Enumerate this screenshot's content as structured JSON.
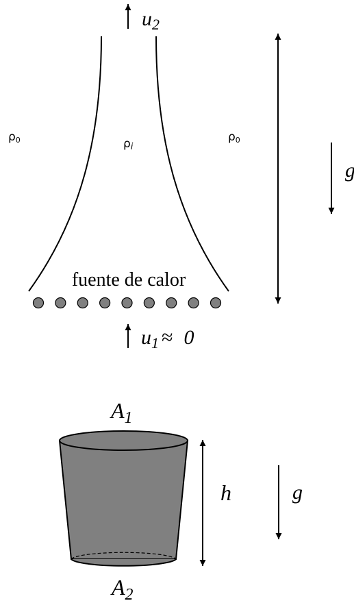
{
  "plume": {
    "outlet_velocity": {
      "symbol": "u",
      "subscript": "2"
    },
    "inlet_velocity": {
      "symbol": "u",
      "subscript": "1",
      "relation": "≈",
      "value": "0"
    },
    "ambient_density_left": {
      "symbol": "ρ",
      "subscript": "0"
    },
    "ambient_density_right": {
      "symbol": "ρ",
      "subscript": "0"
    },
    "interior_density": {
      "symbol": "ρ",
      "subscript": "i"
    },
    "heat_source_label": "fuente de calor",
    "heat_source_count": 9,
    "gravity_label": "g"
  },
  "container": {
    "top_area": {
      "symbol": "A",
      "subscript": "1"
    },
    "bottom_area": {
      "symbol": "A",
      "subscript": "2"
    },
    "height_label": "h",
    "gravity_label": "g",
    "fill_color": "#808080"
  },
  "colors": {
    "stroke": "#000000",
    "source_dot": "#808080",
    "background": "#ffffff"
  }
}
